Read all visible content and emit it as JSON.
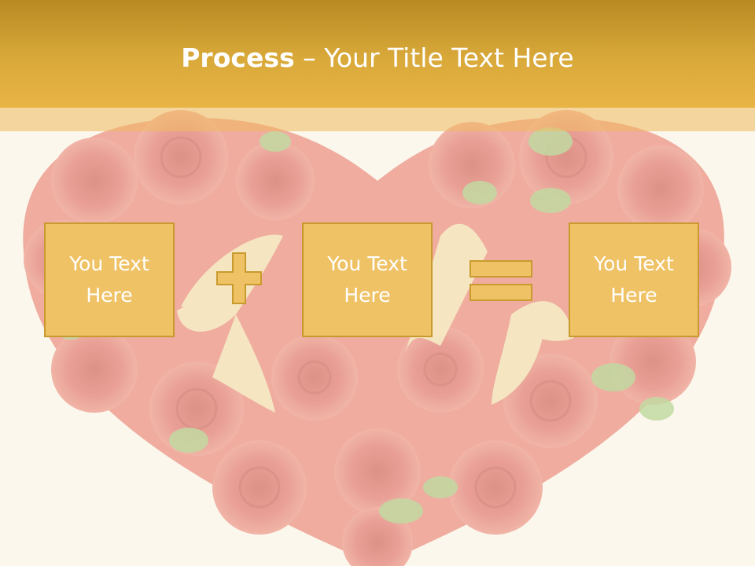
{
  "title": {
    "bold": "Process",
    "rest": " – Your Title Text Here"
  },
  "boxes": [
    {
      "text": "You Text\nHere"
    },
    {
      "text": "You Text\nHere"
    },
    {
      "text": "You Text\nHere"
    }
  ],
  "operators": [
    "plus-icon",
    "equals-icon"
  ],
  "colors": {
    "header": "#d9a93a",
    "box_fill": "#efc266",
    "box_border": "#c99a2e",
    "text": "#ffffff",
    "background": "#fbf7ee"
  }
}
